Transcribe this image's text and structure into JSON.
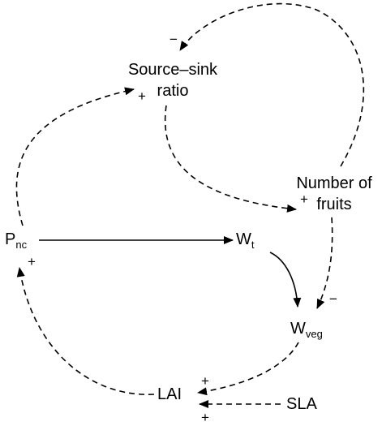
{
  "nodes": {
    "source_sink": {
      "line1": "Source–sink",
      "line2": "ratio"
    },
    "number_of_fruits": {
      "line1": "Number of",
      "line2": "fruits"
    },
    "pnc": {
      "base": "P",
      "sub": "nc"
    },
    "wt": {
      "base": "W",
      "sub": "t"
    },
    "wveg": {
      "base": "W",
      "sub": "veg"
    },
    "lai": {
      "text": "LAI"
    },
    "sla": {
      "text": "SLA"
    }
  },
  "signs": {
    "fruits_to_ratio": "−",
    "pnc_to_ratio": "+",
    "ratio_to_fruits": "+",
    "lai_to_pnc": "+",
    "fruits_to_wveg": "−",
    "wveg_to_lai": "+",
    "sla_to_lai": "+"
  },
  "colors": {
    "line": "#000000",
    "background": "#ffffff"
  }
}
